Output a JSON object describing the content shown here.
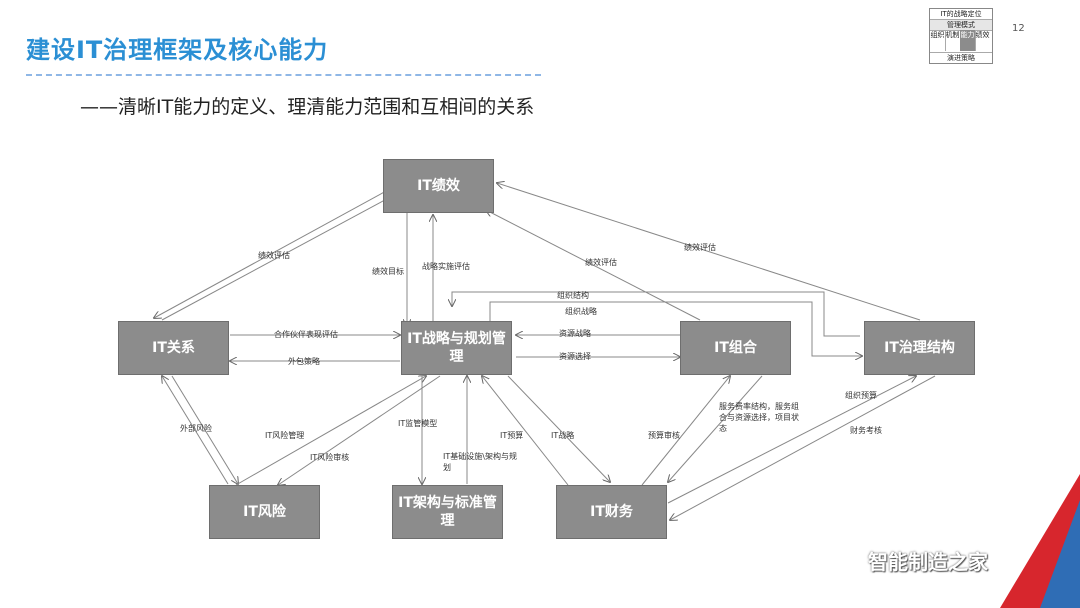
{
  "slide": {
    "title": "建设IT治理框架及核心能力",
    "subtitle": "——清晰IT能力的定义、理清能力范围和互相间的关系",
    "page_number": "12",
    "accent_colors": {
      "title": "#2b8fd4",
      "node_fill": "#8c8c8c",
      "corner_red": "#d7262d",
      "corner_blue": "#2f6db5"
    }
  },
  "legend": {
    "top": "IT的战略定位",
    "second": "管理模式",
    "cells": [
      "组织",
      "机制",
      "能力",
      "绩效"
    ],
    "bottom": "演进策略"
  },
  "nodes": {
    "perf": "IT绩效",
    "rel": "IT关系",
    "strat": "IT战略与规划管理",
    "port": "IT组合",
    "gov": "IT治理结构",
    "risk": "IT风险",
    "arch": "IT架构与标准管理",
    "fin": "IT财务"
  },
  "edges": {
    "perf_rel": "绩效评估",
    "perf_target": "绩效目标",
    "strat_impl_eval": "战略实施评估",
    "perf_port": "绩效评估",
    "perf_gov": "绩效评估",
    "org_struct": "组织结构",
    "org_strat": "组织战略",
    "partner_eval": "合作伙伴表现评估",
    "outsourcing": "外包策略",
    "res_strategy": "资源战略",
    "res_choice": "资源选择",
    "ext_risk": "外部风险",
    "risk_mgmt": "IT风险管理",
    "risk_audit": "IT风险审核",
    "gov_model": "IT监管模型",
    "infra_arch": "IT基础设施\\架构与规划",
    "it_budget": "IT预算",
    "it_strategy": "IT战略",
    "budget_audit": "预算审核",
    "service_info": "服务费率结构，服务组合与资源选择，项目状态",
    "org_budget": "组织预算",
    "fin_assess": "财务考核"
  },
  "watermark": {
    "icon_name": "wechat-icon",
    "text": "智能制造之家"
  }
}
